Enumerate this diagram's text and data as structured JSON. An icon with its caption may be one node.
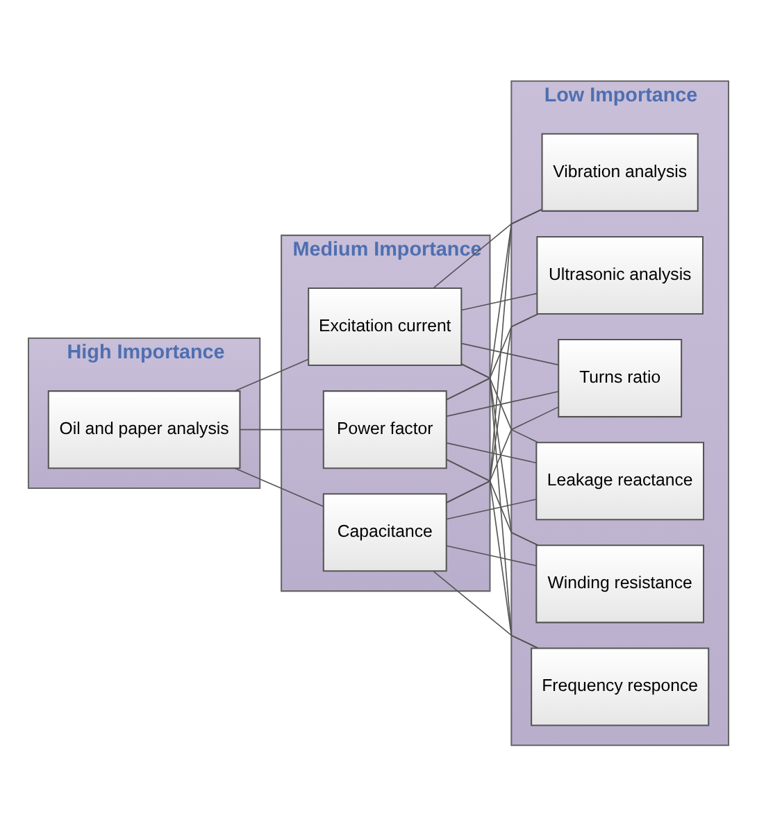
{
  "diagram": {
    "nodes": [
      {
        "text": [
          "High Importance"
        ]
      },
      {
        "text": [
          "Oil and paper analysis"
        ],
        "in": 0
      },
      {
        "text": [
          "Medium Importance"
        ]
      },
      {
        "text": [
          "Power factor"
        ],
        "in": 2
      },
      {
        "text": [
          "Capacitance"
        ],
        "in": 2
      },
      {
        "text": [
          "Excitation current"
        ],
        "in": 2
      },
      {
        "text": [
          "Low Importance"
        ]
      },
      {
        "text": [
          "Turns ratio"
        ],
        "in": 6
      },
      {
        "text": [
          "Leakage reactance"
        ],
        "in": 6
      },
      {
        "text": [
          "Winding resistance"
        ],
        "in": 6
      },
      {
        "text": [
          "Frequency responce"
        ],
        "in": 6
      },
      {
        "text": [
          "Vibration analysis"
        ],
        "in": 6
      },
      {
        "text": [
          "Ultrasonic analysis"
        ],
        "in": 6
      }
    ],
    "edges": [
      {
        "from": 1,
        "to": 3,
        "arrow": "none"
      },
      {
        "from": 1,
        "to": 4,
        "arrow": "none"
      },
      {
        "from": 1,
        "to": 5,
        "arrow": "none"
      },
      {
        "from": 3,
        "to": 7,
        "arrow": "none"
      },
      {
        "from": 3,
        "to": 8,
        "arrow": "none"
      },
      {
        "from": 3,
        "to": 9,
        "arrow": "none"
      },
      {
        "from": 3,
        "to": 10,
        "arrow": "none"
      },
      {
        "from": 3,
        "to": 11,
        "arrow": "none"
      },
      {
        "from": 3,
        "to": 12,
        "arrow": "none"
      },
      {
        "from": 4,
        "to": 7,
        "arrow": "none"
      },
      {
        "from": 4,
        "to": 8,
        "arrow": "none"
      },
      {
        "from": 4,
        "to": 9,
        "arrow": "none"
      },
      {
        "from": 4,
        "to": 10,
        "arrow": "none"
      },
      {
        "from": 4,
        "to": 11,
        "arrow": "none"
      },
      {
        "from": 4,
        "to": 12,
        "arrow": "none"
      },
      {
        "from": 5,
        "to": 7,
        "arrow": "none"
      },
      {
        "from": 5,
        "to": 8,
        "arrow": "none"
      },
      {
        "from": 5,
        "to": 9,
        "arrow": "none"
      },
      {
        "from": 5,
        "to": 10,
        "arrow": "none"
      },
      {
        "from": 5,
        "to": 11,
        "arrow": "none"
      },
      {
        "from": 5,
        "to": 12,
        "arrow": "none"
      }
    ]
  }
}
